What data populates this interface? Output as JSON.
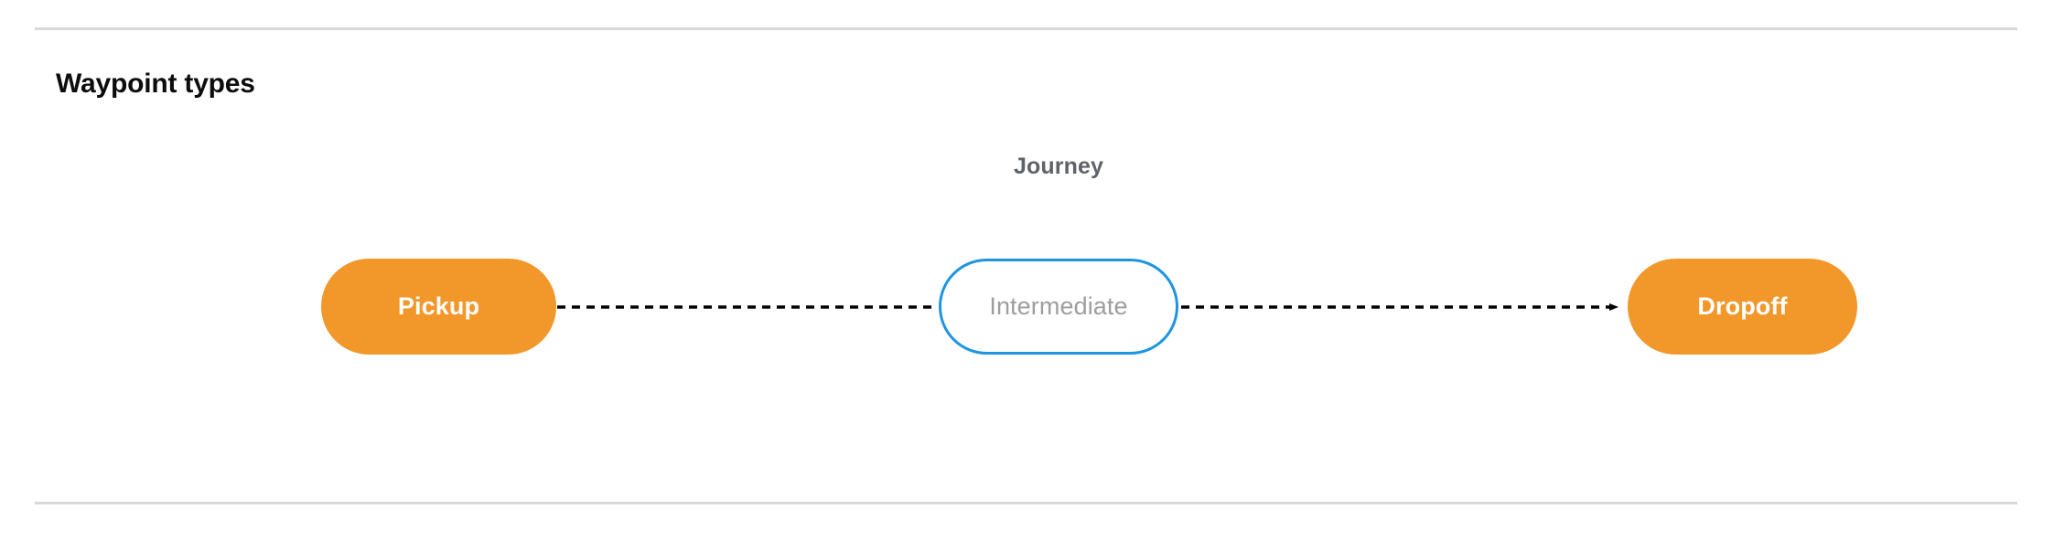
{
  "section": {
    "title": "Waypoint types"
  },
  "diagram": {
    "graph_label": "Journey",
    "nodes": [
      {
        "id": "pickup",
        "label": "Pickup",
        "style": "filled",
        "fill": "#f2972a",
        "text_color": "#ffffff"
      },
      {
        "id": "intermediate",
        "label": "Intermediate",
        "style": "outlined",
        "fill": "#ffffff",
        "border_color": "#1e95e2",
        "text_color": "#9e9e9e"
      },
      {
        "id": "dropoff",
        "label": "Dropoff",
        "style": "filled",
        "fill": "#f2972a",
        "text_color": "#ffffff"
      }
    ],
    "edges": [
      {
        "from": "pickup",
        "to": "intermediate",
        "style": "dashed",
        "color": "#000000",
        "arrowhead": false
      },
      {
        "from": "intermediate",
        "to": "dropoff",
        "style": "dashed",
        "color": "#000000",
        "arrowhead": true
      }
    ]
  },
  "dividers": {
    "color": "#d9d9d9"
  }
}
